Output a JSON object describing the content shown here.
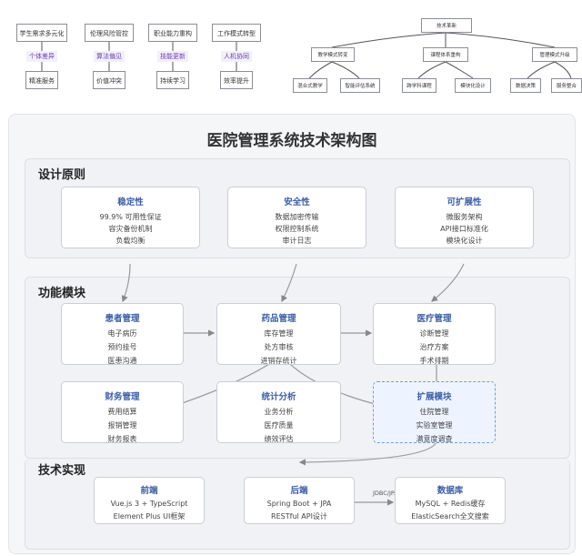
{
  "top_left": {
    "columns": [
      {
        "head": "学生需求多元化",
        "tag": "个体差异",
        "foot": "精准服务"
      },
      {
        "head": "伦理风险管控",
        "tag": "算法偏见",
        "foot": "价值冲突"
      },
      {
        "head": "职业能力重构",
        "tag": "技能更新",
        "foot": "持续学习"
      },
      {
        "head": "工作模式转型",
        "tag": "人机协同",
        "foot": "效率提升"
      }
    ]
  },
  "top_tree": {
    "root": "技术革新",
    "branches": [
      {
        "label": "教学模式转变",
        "children": [
          "混合式教学",
          "智能评估系统"
        ]
      },
      {
        "label": "课程体系重构",
        "children": [
          "跨学科课程",
          "模块化设计"
        ]
      },
      {
        "label": "管理模式升级",
        "children": [
          "数据决策",
          "服务整合"
        ]
      }
    ]
  },
  "diagram": {
    "title": "医院管理系统技术架构图",
    "design": {
      "heading": "设计原则",
      "cards": [
        {
          "title": "稳定性",
          "lines": [
            "99.9% 可用性保证",
            "容灾备份机制",
            "负载均衡"
          ]
        },
        {
          "title": "安全性",
          "lines": [
            "数据加密传输",
            "权限控制系统",
            "审计日志"
          ]
        },
        {
          "title": "可扩展性",
          "lines": [
            "微服务架构",
            "API接口标准化",
            "模块化设计"
          ]
        }
      ]
    },
    "modules": {
      "heading": "功能模块",
      "row1": [
        {
          "title": "患者管理",
          "lines": [
            "电子病历",
            "预约挂号",
            "医患沟通"
          ]
        },
        {
          "title": "药品管理",
          "lines": [
            "库存管理",
            "处方审核",
            "进销存统计"
          ]
        },
        {
          "title": "医疗管理",
          "lines": [
            "诊断管理",
            "治疗方案",
            "手术排期"
          ]
        }
      ],
      "row2": [
        {
          "title": "财务管理",
          "lines": [
            "费用结算",
            "报销管理",
            "财务报表"
          ]
        },
        {
          "title": "统计分析",
          "lines": [
            "业务分析",
            "医疗质量",
            "绩效评估"
          ]
        },
        {
          "title": "扩展模块",
          "lines": [
            "住院管理",
            "实验室管理",
            "满意度调查"
          ]
        }
      ]
    },
    "tech": {
      "heading": "技术实现",
      "cards": [
        {
          "title": "前端",
          "lines": [
            "Vue.js 3 + TypeScript",
            "Element Plus UI框架"
          ]
        },
        {
          "title": "后端",
          "lines": [
            "Spring Boot + JPA",
            "RESTful API设计"
          ]
        },
        {
          "title": "数据库",
          "lines": [
            "MySQL + Redis缓存",
            "ElasticSearch全文搜索"
          ]
        }
      ],
      "edge_label": "JDBC/JPA"
    }
  },
  "colors": {
    "accent": "#3b5ea8",
    "tag": "#6a3fb0",
    "ext_fill": "#eef4ff",
    "ext_border": "#6f9be0"
  }
}
